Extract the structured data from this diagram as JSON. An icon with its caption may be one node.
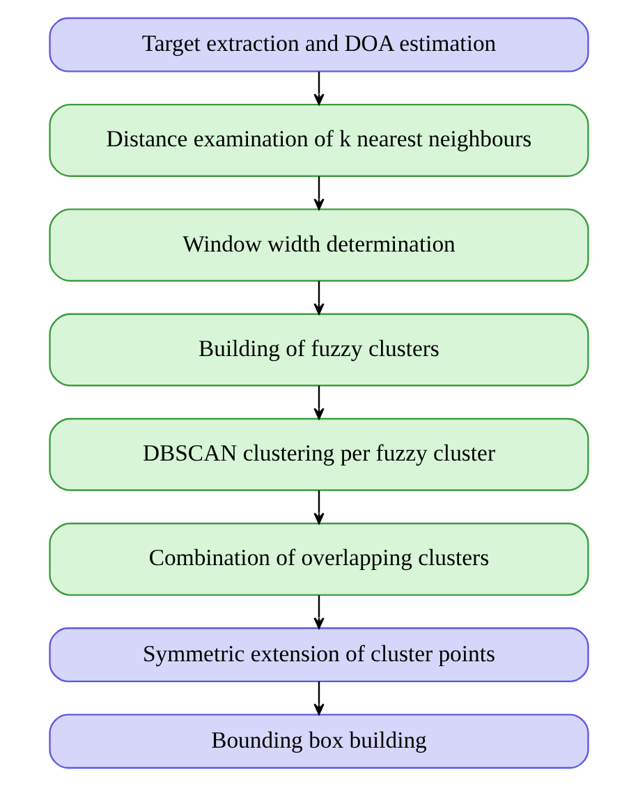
{
  "diagram": {
    "nodes": [
      {
        "text": [
          "Target extraction and DOA estimation"
        ]
      },
      {
        "text": [
          "Distance examination of k nearest neighbours"
        ]
      },
      {
        "text": [
          "Window width determination"
        ]
      },
      {
        "text": [
          "Building of fuzzy clusters"
        ]
      },
      {
        "text": [
          "DBSCAN clustering per fuzzy cluster"
        ]
      },
      {
        "text": [
          "Combination of overlapping clusters"
        ]
      },
      {
        "text": [
          "Symmetric extension of cluster points"
        ]
      },
      {
        "text": [
          "Bounding box building"
        ]
      }
    ],
    "edges": [
      {
        "from": 0,
        "to": 1,
        "arrow": "to"
      },
      {
        "from": 1,
        "to": 2,
        "arrow": "to"
      },
      {
        "from": 2,
        "to": 3,
        "arrow": "to"
      },
      {
        "from": 3,
        "to": 4,
        "arrow": "to"
      },
      {
        "from": 4,
        "to": 5,
        "arrow": "to"
      },
      {
        "from": 5,
        "to": 6,
        "arrow": "to"
      },
      {
        "from": 6,
        "to": 7,
        "arrow": "to"
      }
    ]
  }
}
